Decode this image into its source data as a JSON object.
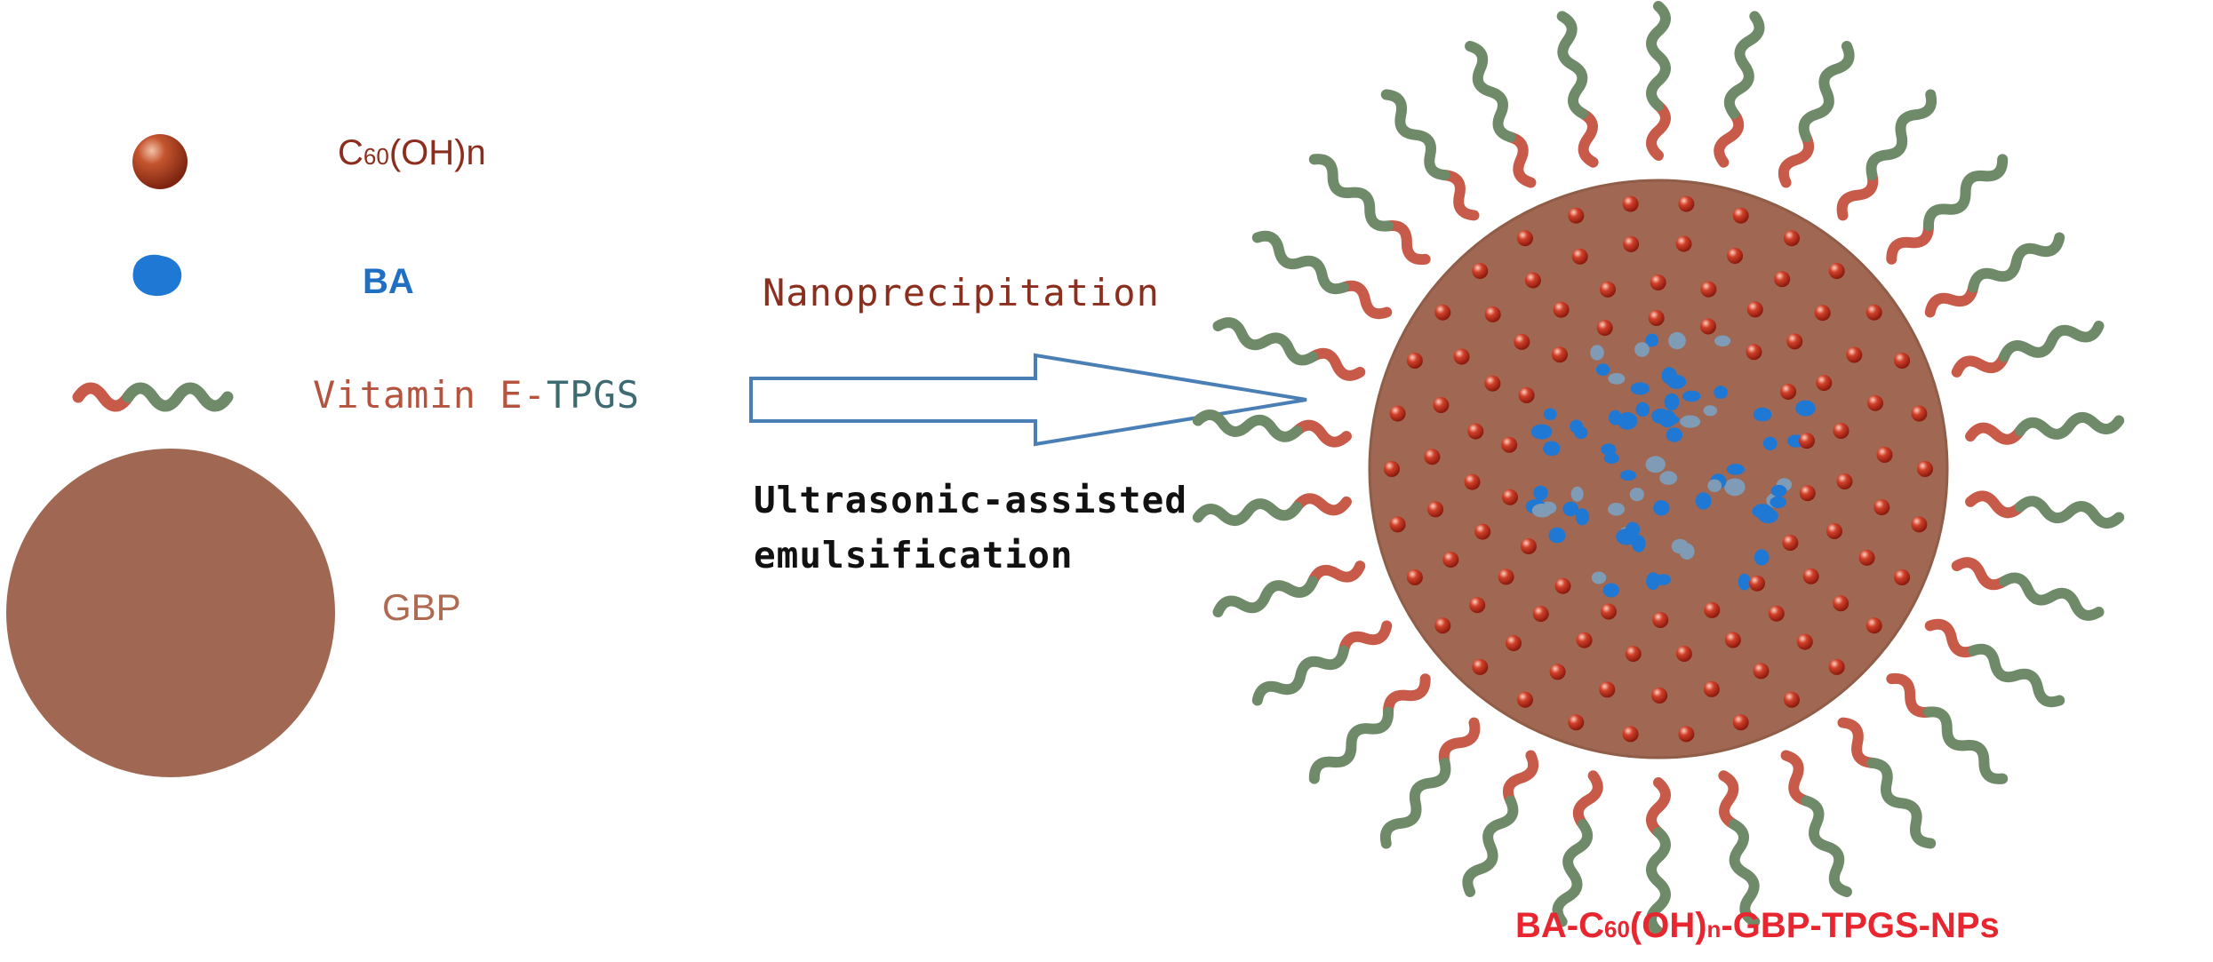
{
  "legend": {
    "c60": {
      "main": "C",
      "sub": "60",
      "rest": "(OH)n"
    },
    "ba": "BA",
    "tpgs": {
      "part_a": "Vitamin E-",
      "part_b": "TPGS"
    },
    "gbp": "GBP"
  },
  "process": {
    "top_label": "Nanoprecipitation",
    "bottom_line1": "Ultrasonic-assisted",
    "bottom_line2": "emulsification"
  },
  "product": {
    "pre": "BA-C",
    "sub_a": "60",
    "mid": "(OH)",
    "sub_b": "n",
    "post": "-GBP-TPGS-NPs"
  },
  "colors": {
    "gbp": "#a06852",
    "c60": "#b83a1f",
    "ba": "#1f78d4",
    "tpgs_red": "#c75a48",
    "tpgs_green": "#6e8a68",
    "arrow": "#4a7fb5",
    "product_label": "#e8262f"
  }
}
